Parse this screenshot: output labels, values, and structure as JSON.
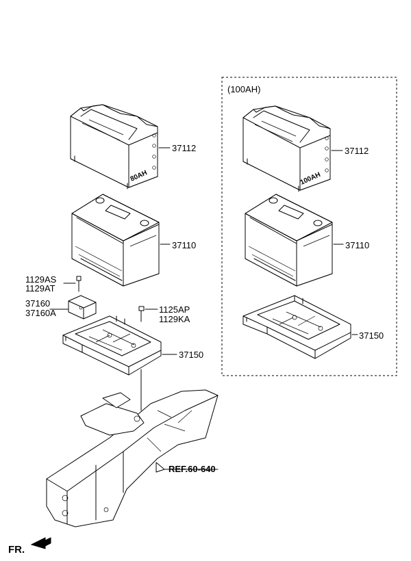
{
  "variant_group": {
    "label": "(100AH)"
  },
  "labels": {
    "cover_main": "37112",
    "battery_main": "37110",
    "bolt_a": "1129AS",
    "bolt_b": "1129AT",
    "clamp_a": "37160",
    "clamp_b": "37160A",
    "bolt_c": "1125AP",
    "bolt_d": "1129KA",
    "tray_main": "37150",
    "ref": "REF.60-640",
    "cover_alt": "37112",
    "battery_alt": "37110",
    "tray_alt": "37150",
    "direction": "FR."
  },
  "cover_print": {
    "main": "80AH",
    "alt": "100AH"
  }
}
